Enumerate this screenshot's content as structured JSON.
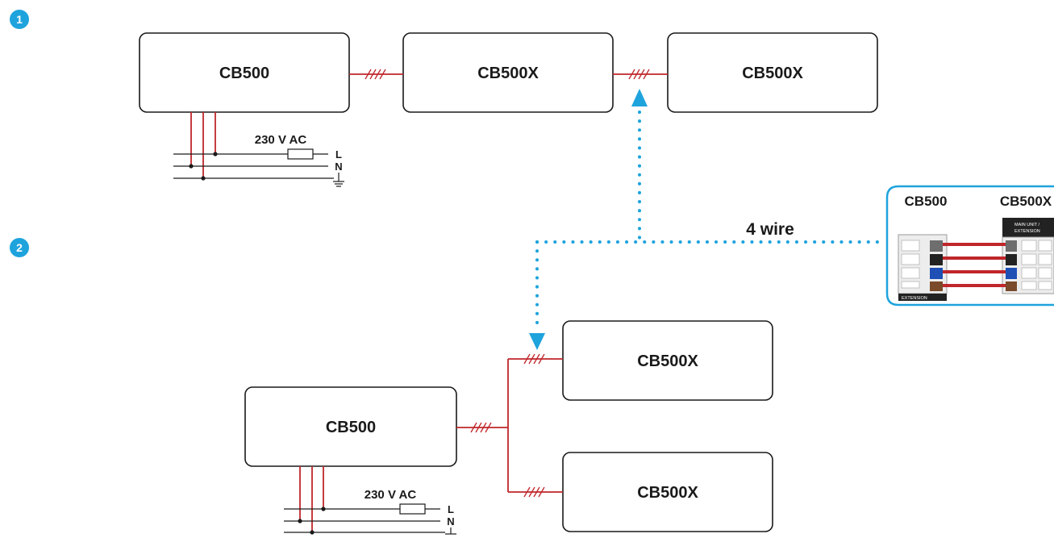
{
  "colors": {
    "accent_blue": "#1ea3dd",
    "wire_red": "#c0262a",
    "line": "#1a1a1a",
    "terminal_gray": "#6e6e6e",
    "terminal_black": "#222222",
    "terminal_blue": "#1e4fb5",
    "terminal_brown": "#7a4a2a"
  },
  "steps": [
    {
      "number": "1",
      "units": [
        "CB500",
        "CB500X",
        "CB500X"
      ],
      "power": {
        "voltage": "230 V AC",
        "line": "L",
        "neutral": "N"
      }
    },
    {
      "number": "2",
      "units": [
        "CB500",
        "CB500X",
        "CB500X"
      ],
      "power": {
        "voltage": "230 V AC",
        "line": "L",
        "neutral": "N"
      }
    }
  ],
  "connection": {
    "label": "4 wire",
    "detail": {
      "left_unit": "CB500",
      "right_unit": "CB500X",
      "left_terminal_label": "EXTENSION",
      "right_terminal_label_line1": "MAIN UNIT /",
      "right_terminal_label_line2": "EXTENSION"
    }
  }
}
